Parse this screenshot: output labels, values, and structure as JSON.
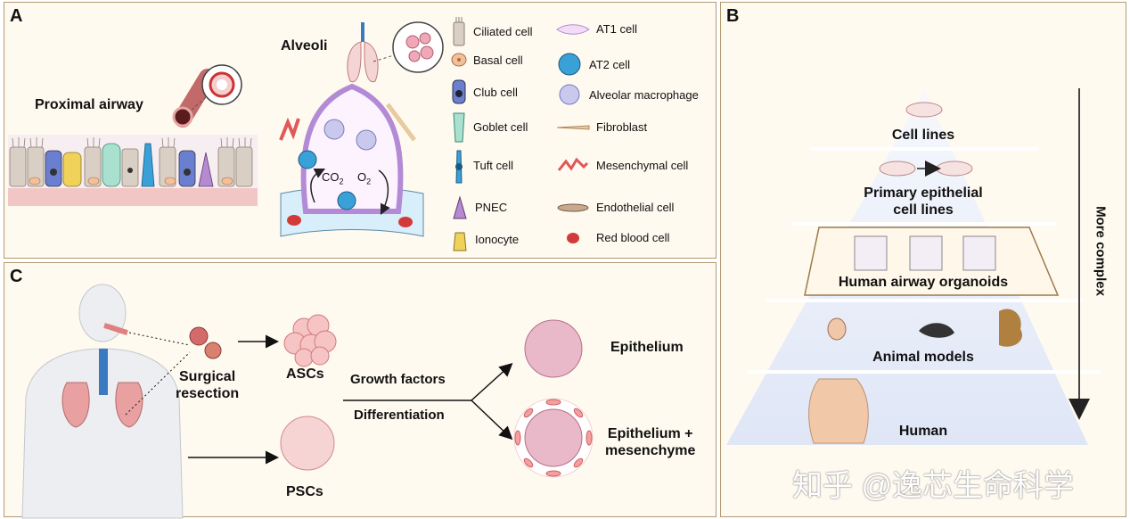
{
  "panels": {
    "a": {
      "label": "A",
      "proximal_airway": "Proximal airway",
      "alveoli": "Alveoli",
      "co2_main": "CO",
      "co2_sub": "2",
      "o2_main": "O",
      "o2_sub": "2",
      "legend_left": [
        "Ciliated cell",
        "Basal cell",
        "Club cell",
        "Goblet cell",
        "Tuft cell",
        "PNEC",
        "Ionocyte"
      ],
      "legend_right": [
        "AT1 cell",
        "AT2 cell",
        "Alveolar macrophage",
        "Fibroblast",
        "Mesenchymal cell",
        "Endothelial cell",
        "Red blood cell"
      ]
    },
    "b": {
      "label": "B",
      "layers": [
        "Cell lines",
        "Primary epithelial cell lines",
        "Human airway organoids",
        "Animal models",
        "Human"
      ],
      "layer2_line1": "Primary epithelial",
      "layer2_line2": "cell lines",
      "arrow_label": "More complex"
    },
    "c": {
      "label": "C",
      "surgical_line1": "Surgical",
      "surgical_line2": "resection",
      "ascs": "ASCs",
      "pscs": "PSCs",
      "growth_factors": "Growth factors",
      "differentiation": "Differentiation",
      "epithelium": "Epithelium",
      "epi_mes_line1": "Epithelium +",
      "epi_mes_line2": "mesenchyme"
    }
  },
  "watermark": "知乎 @逸芯生命科学"
}
